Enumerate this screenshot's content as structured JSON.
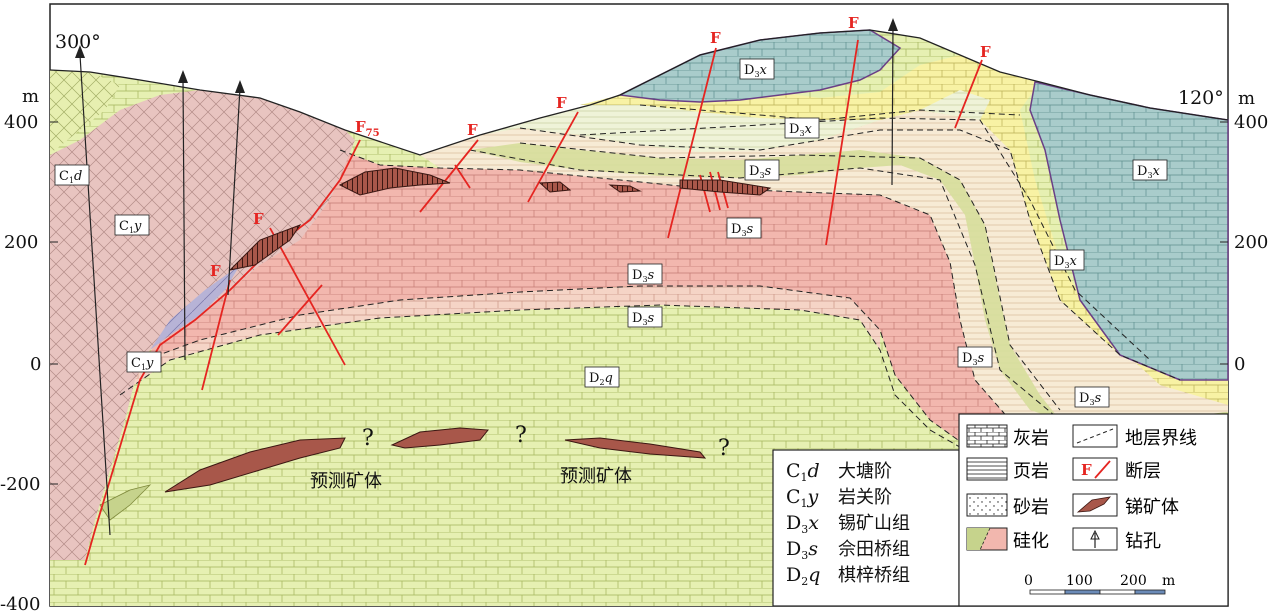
{
  "section": {
    "left_bearing": "300°",
    "right_bearing": "120°",
    "unit_left": "m",
    "unit_right": "m",
    "elevation_ticks": [
      "400",
      "200",
      "0",
      "-200",
      "-400"
    ],
    "right_ticks": [
      "400",
      "200",
      "0"
    ]
  },
  "faults": {
    "f75": "F",
    "f75_sub": "75",
    "f_label": "F"
  },
  "stratum_labels": {
    "c1d": {
      "main": "C",
      "sub": "1",
      "it": "d"
    },
    "c1y": {
      "main": "C",
      "sub": "1",
      "it": "y"
    },
    "d3x": {
      "main": "D",
      "sub": "3",
      "it": "x"
    },
    "d3s": {
      "main": "D",
      "sub": "3",
      "it": "s"
    },
    "d2q": {
      "main": "D",
      "sub": "2",
      "it": "q"
    }
  },
  "predicted": {
    "label": "预测矿体",
    "question": "?"
  },
  "legend_strata": [
    {
      "code_main": "C",
      "code_sub": "1",
      "code_it": "d",
      "name": "大塘阶"
    },
    {
      "code_main": "C",
      "code_sub": "1",
      "code_it": "y",
      "name": "岩关阶"
    },
    {
      "code_main": "D",
      "code_sub": "3",
      "code_it": "x",
      "name": "锡矿山组"
    },
    {
      "code_main": "D",
      "code_sub": "3",
      "code_it": "s",
      "name": "佘田桥组"
    },
    {
      "code_main": "D",
      "code_sub": "2",
      "code_it": "q",
      "name": "棋梓桥组"
    }
  ],
  "legend_symbols": {
    "limestone": "灰岩",
    "shale": "页岩",
    "sandstone": "砂岩",
    "silicification": "硅化",
    "boundary": "地层界线",
    "fault": "断层",
    "ore": "锑矿体",
    "drill": "钻孔",
    "fault_glyph": "F"
  },
  "scale": {
    "t0": "0",
    "t1": "100",
    "t2": "200",
    "unit": "m"
  },
  "colors": {
    "c1d": "#e7efb0",
    "c1y": "#e8c4c0",
    "d3x_blue": "#a9cccb",
    "d3x_yellow": "#f8f2a4",
    "d3s_pink": "#f2b7ae",
    "d3s_light": "#f5d4c6",
    "d2q": "#e6f0b2",
    "fault": "#e52521",
    "ore": "#8e4236"
  }
}
